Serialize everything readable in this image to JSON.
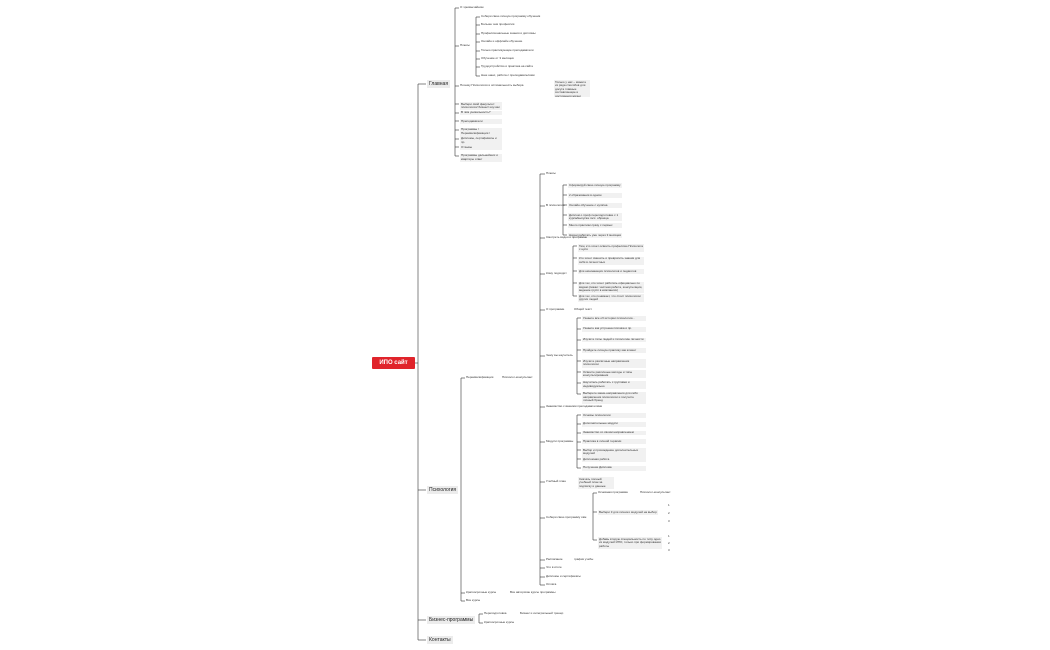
{
  "root": "ИПО сайт",
  "level1": {
    "main": "Главная",
    "psych": "Психология",
    "biz": "Бизнес-программы",
    "contacts": "Контакты"
  },
  "main": {
    "first": "О чрезвычайном",
    "plus_label": "Плюсы",
    "plus": [
      "Собери свою личную программу обучения",
      "Больше чем профессия",
      "Профессиональные знания и дипломы",
      "Онлайн и оффлайн обучение",
      "Только практикующие преподаватели",
      "Обучение от 3 месяцев",
      "Трудоустройство и практика на сайте",
      "Наш шанс, работа с преподавателями"
    ],
    "why": "Почему Психология и оптимальность выбора",
    "why_note": "Только у нас – можете из ряда способов для досуга главные составляющие и достижения жизни (Интересное обучение, много практики, знание сообщества)",
    "rest": [
      "Выбери свой факультет: психология/ бизнес/ коучинг",
      "В чём уникальность?",
      "Преподаватели",
      "Программы / Переквалификация / Краткосрочные / Авторские и пр.",
      "Дипломы, сертификаты и пр.",
      "Отзывы",
      "Программы дальнейших и квартиры ответ"
    ]
  },
  "psych": {
    "branch1": "Переквалификация",
    "branch1_child": "Психолог-консультант",
    "topics": {
      "pluses": "Плюсы",
      "inside": "В психологии",
      "inside_items": [
        "Сформируй свою личную программу",
        "2 образования в одном",
        "Онлайн обучение с нуля/на",
        "Диплом о проф переподготовке с 1 курса/выпуска госс. образца",
        "Много практики сразу с первых",
        "Начни работать уже через 3 месяцев"
      ],
      "watch": "Смотреть видео о программе",
      "who": "Кому подходит",
      "who_items": [
        "Тем, кто хочет освоить профессию Психолога с нуля",
        "Кто хочет сменить и превратить знания для себя в личностных",
        "Для начинающих психологов и педагогов",
        "Для тех, кто хочет работать официально по видам (скажи: частная работа, консультации, ведение групп в компаниях)",
        "Для тех, кто понимает, что стоит психологии других людей"
      ],
      "program": "О программе",
      "program_child": "Общий текст",
      "learn": "Чему вы научитесь",
      "learn_items": [
        "Узнаете все об истории психологии...",
        "Узнаете как устроена психика и пр.",
        "Изучите типы людей и типологию личности",
        "Пройдете личную практику как клиент",
        "Изучите различные направления психологии",
        "Освоите различные методы и типы консультирования",
        "Научитесь работать с группами и индивидуально",
        "Выберете какие-направления для себя направления психологии и получите личный бренд"
      ],
      "teachers": "Знакомство с вашими преподавателями",
      "modules": "Модули программы",
      "modules_items": [
        "Основы психологии",
        "Дополнительные модули",
        "Знакомство со своим направлением",
        "Практика в личной терапии",
        "Выбор и прохождение дополнительных модулей",
        "Дипломная работа",
        "Получение Диплома"
      ],
      "plan": "Учебный план",
      "plan_child": "Скачать полный учебный план за подписку и данные",
      "build": "Собери свою программу сам",
      "build_step1": "Основная программа",
      "build_step1_child": "Психолог-консультант",
      "build_step2": "Выбери 3 для личного модулей на выбор",
      "build_step3": "Добавь вторую специальность по типу одно из модулей ИПО, только при формировании работы",
      "schedule": "Расписание",
      "schedule_child": "график учебы",
      "price": "Что в итоге",
      "diplomas": "Дипломы и сертификаты",
      "price2": "Оплата",
      "step_nums": [
        "1",
        "2",
        "3",
        "1",
        "2",
        "3"
      ]
    },
    "short": "Краткосрочные курсы",
    "short_child": "Все авторские курсы программы",
    "all": "Все курсы"
  },
  "biz": {
    "items": [
      "Переподготовка",
      "Краткосрочные курсы"
    ],
    "child": "Бизнес и интегральный тренер"
  },
  "colors": {
    "accent": "#e0242b",
    "line": "#333333"
  }
}
